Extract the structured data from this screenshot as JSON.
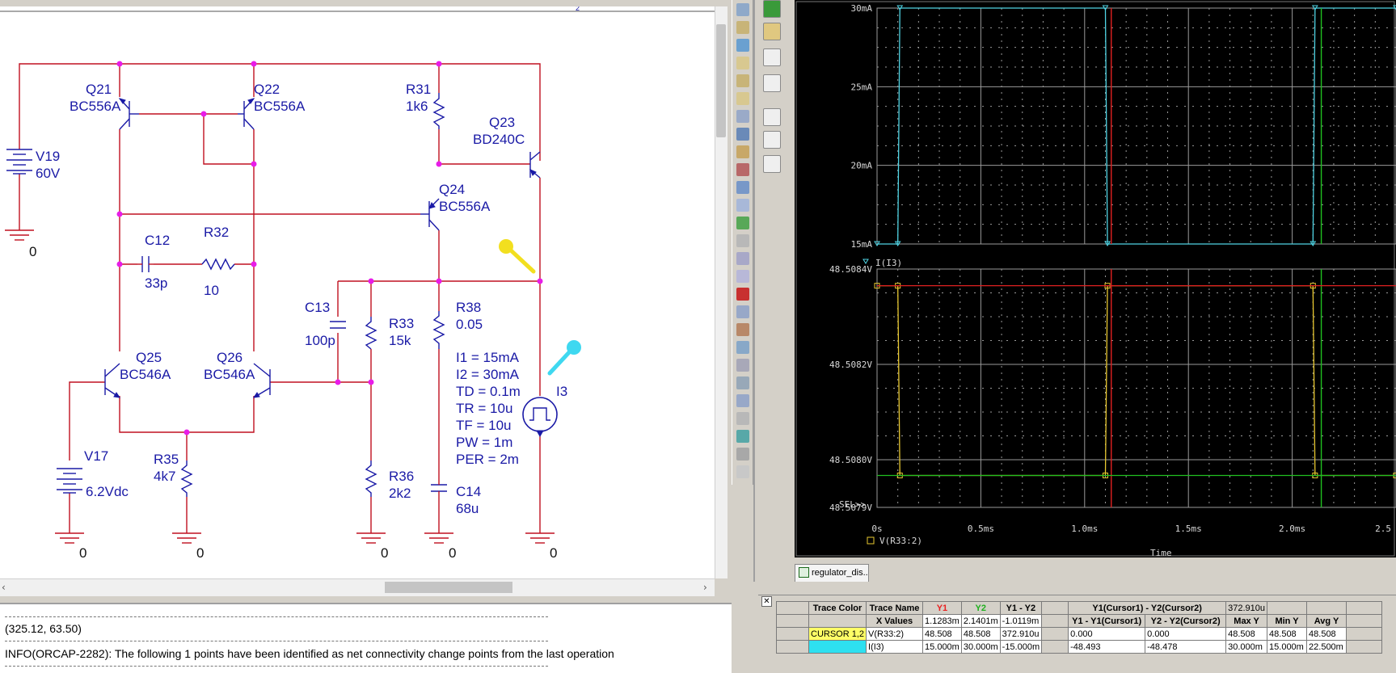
{
  "schematic": {
    "components": {
      "q21": {
        "ref": "Q21",
        "model": "BC556A"
      },
      "q22": {
        "ref": "Q22",
        "model": "BC556A"
      },
      "q23": {
        "ref": "Q23",
        "model": "BD240C"
      },
      "q24": {
        "ref": "Q24",
        "model": "BC556A"
      },
      "q25": {
        "ref": "Q25",
        "model": "BC546A"
      },
      "q26": {
        "ref": "Q26",
        "model": "BC546A"
      },
      "v19": {
        "ref": "V19",
        "value": "60V"
      },
      "v17": {
        "ref": "V17",
        "value": "6.2Vdc"
      },
      "r31": {
        "ref": "R31",
        "value": "1k6"
      },
      "r32": {
        "ref": "R32",
        "value": "10"
      },
      "r33": {
        "ref": "R33",
        "value": "15k"
      },
      "r35": {
        "ref": "R35",
        "value": "4k7"
      },
      "r36": {
        "ref": "R36",
        "value": "2k2"
      },
      "r38": {
        "ref": "R38",
        "value": "0.05"
      },
      "c12": {
        "ref": "C12",
        "value": "33p"
      },
      "c13": {
        "ref": "C13",
        "value": "100p"
      },
      "c14": {
        "ref": "C14",
        "value": "68u"
      },
      "i3": {
        "ref": "I3"
      }
    },
    "ground_label": "0",
    "source_params": [
      "I1 = 15mA",
      "I2 = 30mA",
      "TD = 0.1m",
      "TR = 10u",
      "TF = 10u",
      "PW = 1m",
      "PER = 2m"
    ],
    "page_marker": "2",
    "probe_colors": {
      "voltage": "#f2df1f",
      "current": "#3fd8f0"
    }
  },
  "session_log": {
    "coords": "(325.12, 63.50)",
    "info": "INFO(ORCAP-2282): The following 1 points have been identified as net connectivity change points from the last operation"
  },
  "plot": {
    "tab_label": "regulator_dis...",
    "x_axis_label": "Time",
    "x_ticks": [
      "0s",
      "0.5ms",
      "1.0ms",
      "1.5ms",
      "2.0ms",
      "2.5"
    ],
    "top_y_ticks": [
      "30mA",
      "25mA",
      "20mA",
      "15mA"
    ],
    "bottom_y_ticks": [
      "48.5084V",
      "48.5082V",
      "48.5080V",
      "48.5079V"
    ],
    "top_trace_label": "I(I3)",
    "bottom_trace_label": "V(R33:2)",
    "sel_marker": "SEL>>",
    "colors": {
      "current_trace": "#4fd4e4",
      "voltage_trace": "#e8c830",
      "cursor1": "#e02020",
      "cursor2": "#20c020",
      "grid": "#9a9a9a"
    }
  },
  "chart_data": {
    "type": "line",
    "xlabel": "Time",
    "x_unit": "ms",
    "xlim": [
      0,
      2.5
    ],
    "panels": [
      {
        "ylim_mA": [
          15,
          30
        ],
        "y_ticks": [
          "30mA",
          "25mA",
          "20mA",
          "15mA"
        ],
        "series": [
          {
            "name": "I(I3)",
            "x": [
              0.0,
              0.1,
              0.11,
              1.1,
              1.11,
              2.1,
              2.11,
              2.5
            ],
            "y": [
              15,
              15,
              30,
              30,
              15,
              15,
              30,
              30
            ]
          }
        ]
      },
      {
        "ylim_V": [
          48.5079,
          48.5084
        ],
        "y_ticks": [
          "48.5084V",
          "48.5082V",
          "48.5080V",
          "48.5079V"
        ],
        "series": [
          {
            "name": "V(R33:2)",
            "x": [
              0.0,
              0.1,
              0.11,
              1.1,
              1.11,
              2.1,
              2.11,
              2.5
            ],
            "y": [
              48.508365,
              48.508365,
              48.507967,
              48.507967,
              48.508365,
              48.508365,
              48.507967,
              48.507967
            ]
          }
        ]
      }
    ],
    "cursors_ms": [
      1.1283,
      2.1401
    ]
  },
  "probe_window": {
    "headers": {
      "trace_color": "Trace Color",
      "trace_name": "Trace Name",
      "y1": "Y1",
      "y2": "Y2",
      "y1_y2": "Y1 - Y2",
      "y1c_y2c": "Y1(Cursor1) - Y2(Cursor2)",
      "y1c_y2c_value": "372.910u"
    },
    "x_row": {
      "label": "X Values",
      "y1": "1.1283m",
      "y2": "2.1401m",
      "diff": "-1.0119m",
      "h1": "Y1 - Y1(Cursor1)",
      "h2": "Y2 - Y2(Cursor2)",
      "h3": "Max Y",
      "h4": "Min Y",
      "h5": "Avg Y"
    },
    "rows": [
      {
        "color_label": "CURSOR 1,2",
        "name": "V(R33:2)",
        "y1": "48.508",
        "y2": "48.508",
        "diff": "372.910u",
        "c1": "0.000",
        "c2": "0.000",
        "max": "48.508",
        "min": "48.508",
        "avg": "48.508"
      },
      {
        "color_label": "",
        "name": "I(I3)",
        "y1": "15.000m",
        "y2": "30.000m",
        "diff": "-15.000m",
        "c1": "-48.493",
        "c2": "-48.478",
        "max": "30.000m",
        "min": "15.000m",
        "avg": "22.500m"
      }
    ]
  }
}
